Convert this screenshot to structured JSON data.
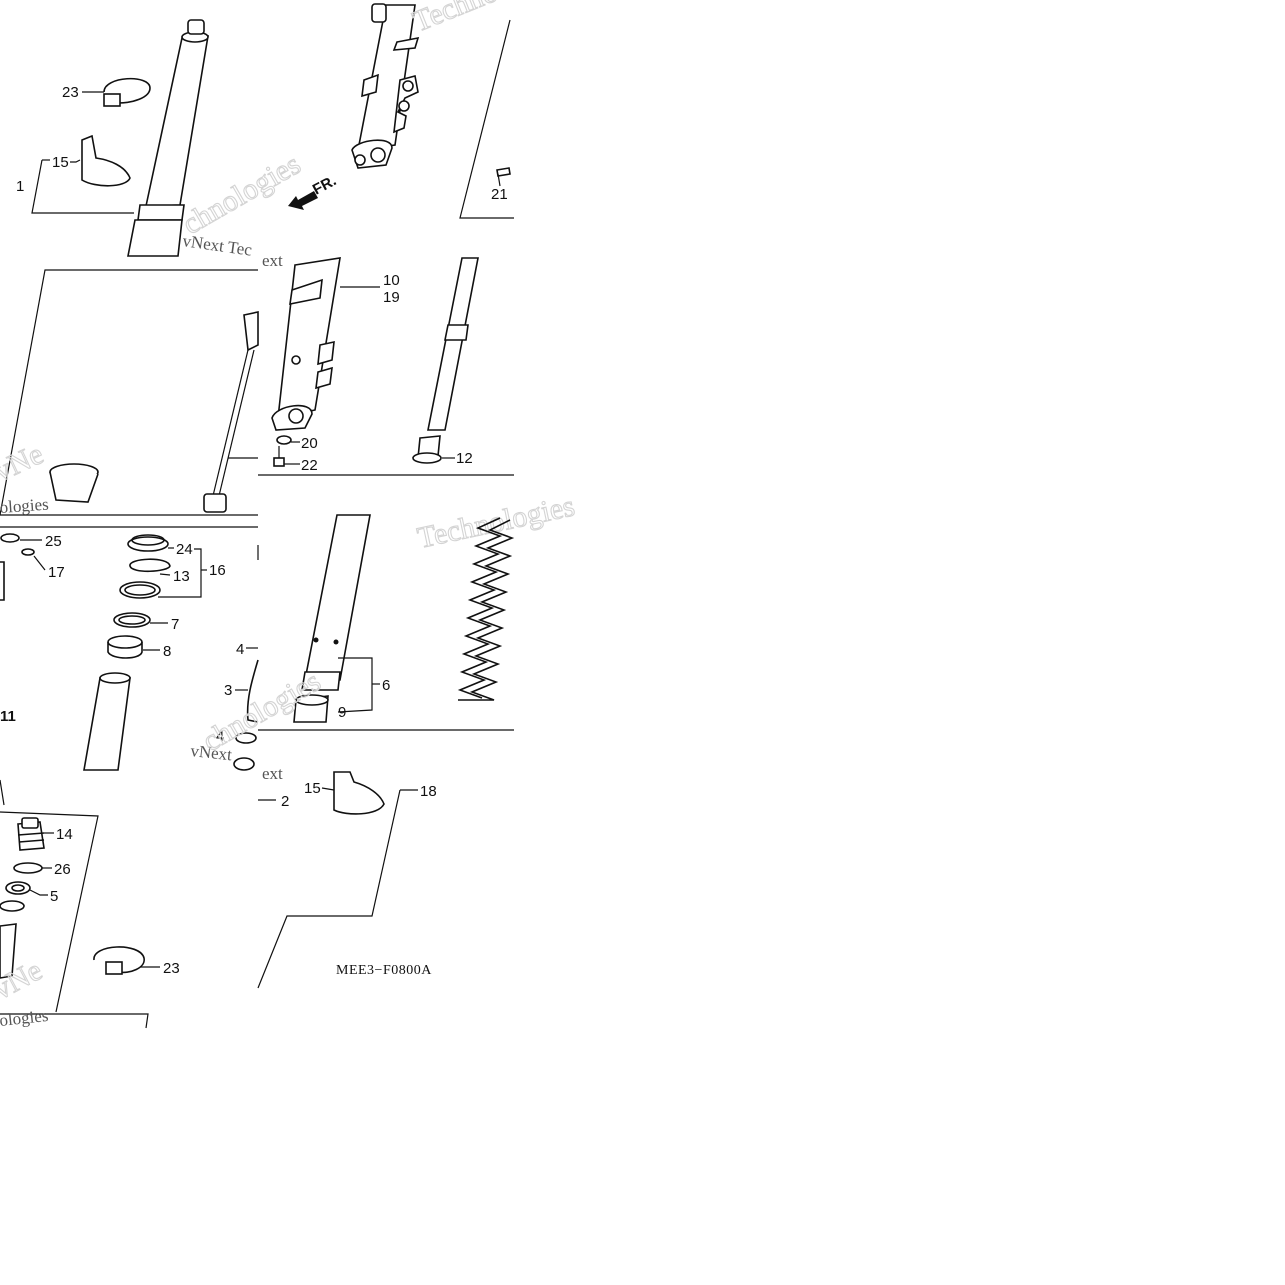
{
  "diagram": {
    "drawing_code": "MEE3−F0800A",
    "direction_label": "FR.",
    "watermarks": [
      "vNext Technologies",
      "Technologies",
      "Techno",
      "vNext Tec",
      "vNe",
      "ext",
      "chnologies",
      "ologies",
      "vNext"
    ],
    "callouts": {
      "c23a": "23",
      "c15a": "15",
      "c1": "1",
      "c21": "21",
      "c10": "10",
      "c19": "19",
      "c20": "20",
      "c22": "22",
      "c12": "12",
      "c25": "25",
      "c17": "17",
      "c24": "24",
      "c13": "13",
      "c16": "16",
      "c7": "7",
      "c8": "8",
      "c11": "11",
      "c4a": "4",
      "c3": "3",
      "c6": "6",
      "c9": "9",
      "c4b": "4",
      "c2": "2",
      "c15b": "15",
      "c18": "18",
      "c14": "14",
      "c26": "26",
      "c5": "5",
      "c23b": "23"
    }
  }
}
